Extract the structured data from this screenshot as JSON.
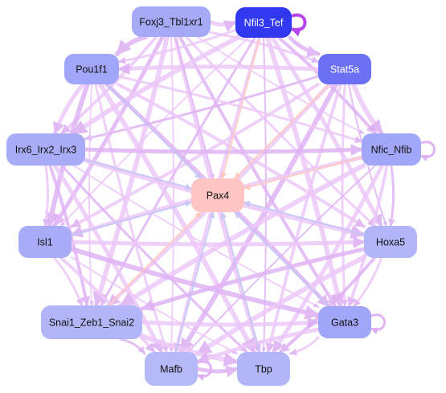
{
  "nodes": [
    {
      "id": "foxj3",
      "label": "Foxj3_Tbl1xr1",
      "fill": "#a6a9f6",
      "text": "#111111"
    },
    {
      "id": "nfil3",
      "label": "Nfil3_Tef",
      "fill": "#3138f0",
      "text": "#ffffff"
    },
    {
      "id": "stat5a",
      "label": "Stat5a",
      "fill": "#6b70f5",
      "text": "#ffffff"
    },
    {
      "id": "pou1f1",
      "label": "Pou1f1",
      "fill": "#a2a6f8",
      "text": "#111111"
    },
    {
      "id": "irx6",
      "label": "Irx6_Irx2_Irx3",
      "fill": "#a8abf6",
      "text": "#111111"
    },
    {
      "id": "nfic",
      "label": "Nfic_Nfib",
      "fill": "#a2a6f8",
      "text": "#111111"
    },
    {
      "id": "pax4",
      "label": "Pax4",
      "fill": "#ffc4c4",
      "text": "#111111"
    },
    {
      "id": "isl1",
      "label": "Isl1",
      "fill": "#a8abf6",
      "text": "#111111"
    },
    {
      "id": "hoxa5",
      "label": "Hoxa5",
      "fill": "#b2b5f8",
      "text": "#111111"
    },
    {
      "id": "snai1",
      "label": "Snai1_Zeb1_Snai2",
      "fill": "#b2b5f8",
      "text": "#111111"
    },
    {
      "id": "gata3",
      "label": "Gata3",
      "fill": "#a2a6f8",
      "text": "#111111"
    },
    {
      "id": "mafb",
      "label": "Mafb",
      "fill": "#b6b9f8",
      "text": "#111111"
    },
    {
      "id": "tbp",
      "label": "Tbp",
      "fill": "#b2b5f8",
      "text": "#111111"
    }
  ],
  "colors": {
    "edge_purple": "#e0b4f4",
    "edge_light": "#ecc8f8",
    "edge_blue": "#c2c6f6",
    "edge_peach": "#ffcbbe",
    "edge_strong": "#b844ee"
  }
}
